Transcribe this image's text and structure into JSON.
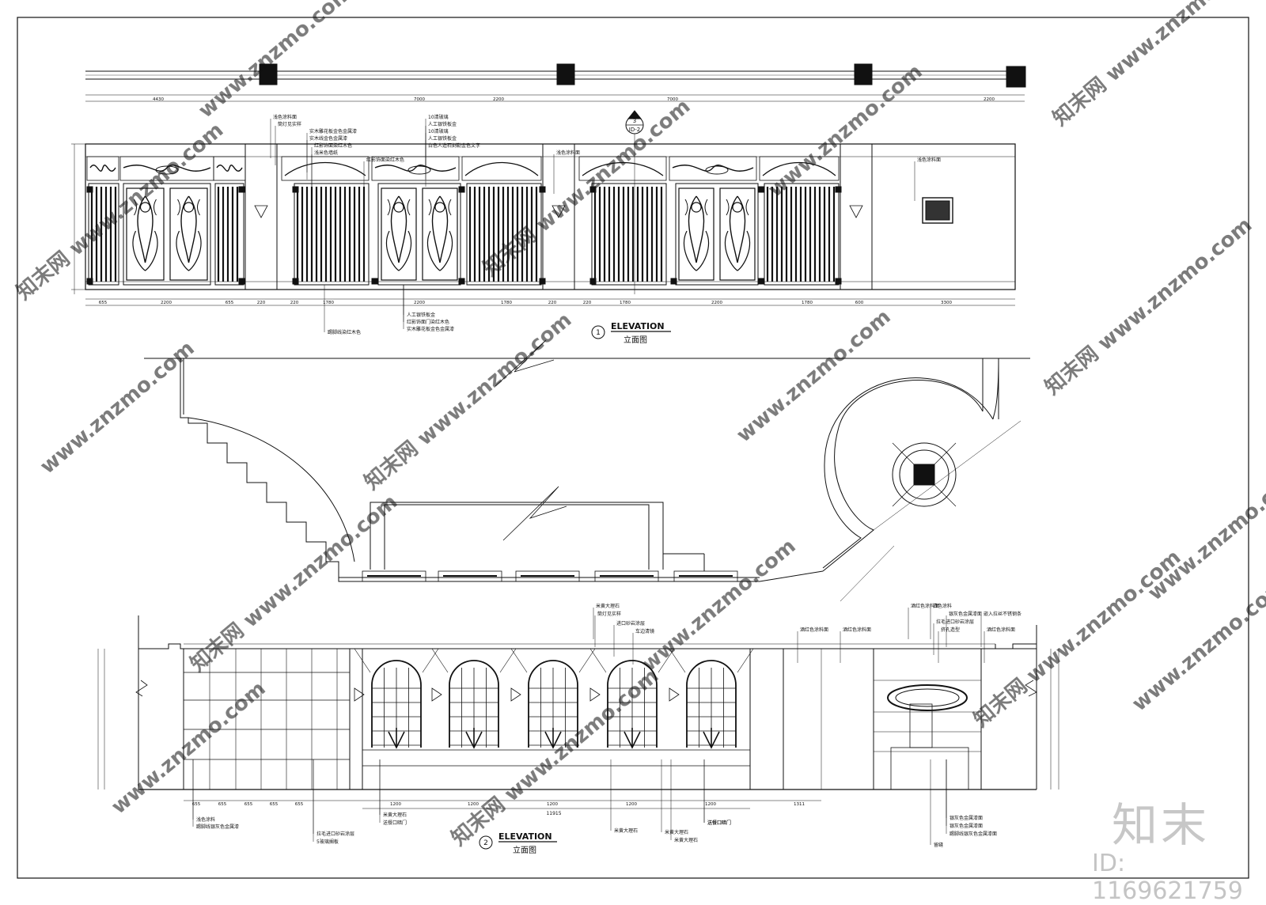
{
  "elevation1": {
    "title": "ELEVATION",
    "subtitle": "立面图",
    "number": "1",
    "section_marker": {
      "num": "3",
      "ref": "ID-2"
    },
    "labels_top": [
      "浅色涂料面",
      "筒灯见实样",
      "实木雕花板金色金属漆",
      "实木线金色金属漆",
      "红影饰面染红木色",
      "浅米色墙纸",
      "红影饰面染红木色",
      "10清玻璃",
      "人工银铁板金",
      "10清玻璃",
      "人工银铁板金",
      "白色人造石刻勒金色文字",
      "浅色涂料面",
      "浅色涂料面"
    ],
    "labels_bottom": [
      "踢脚线染红木色",
      "人工银铁板金",
      "红影饰面门染红木色",
      "实木雕花板金色金属漆"
    ],
    "dims_top": [
      "4430",
      "7000",
      "2200",
      "7000",
      "2200"
    ],
    "dims_bottom": [
      "655",
      "2200",
      "655",
      "220",
      "220",
      "1780",
      "2200",
      "1780",
      "220",
      "220",
      "1780",
      "2200",
      "1780",
      "600",
      "3300"
    ]
  },
  "elevation2": {
    "title": "ELEVATION",
    "subtitle": "立面图",
    "number": "2",
    "labels_top": [
      "米黄大理石",
      "筒灯见实样",
      "进口砂岩涂层",
      "车边清镜",
      "酒红色涂料面",
      "酒红色涂料面",
      "酒红色涂料面",
      "白色涂料",
      "银灰色金属漆面",
      "拉毛进口砂岩涂层",
      "挤孔造型",
      "嵌入拉丝不锈钢条",
      "酒红色涂料面"
    ],
    "labels_bottom": [
      "浅色涂料",
      "踢脚线银灰色金属漆",
      "拉毛进口砂岩涂层",
      "5玻璃搁板",
      "米黄大理石",
      "送餐口暗门",
      "米黄大理石",
      "米黄大理石",
      "米黄大理石",
      "送餐口暗门",
      "送餐口暗门",
      "银灰色金属漆面",
      "银灰色金属漆面",
      "踢脚线银灰色金属漆面",
      "留缝"
    ],
    "dims_bottom": [
      "655",
      "655",
      "655",
      "655",
      "655",
      "1200",
      "1200",
      "1200",
      "1200",
      "1200",
      "1311"
    ],
    "dim_total": "11915"
  },
  "watermark": {
    "text": "znzmo.com",
    "text_cn": "知末网",
    "brand": "知末",
    "id": "ID: 1169621759"
  },
  "colors": {
    "line": "#111111",
    "watermark": "#c8c8c8"
  }
}
